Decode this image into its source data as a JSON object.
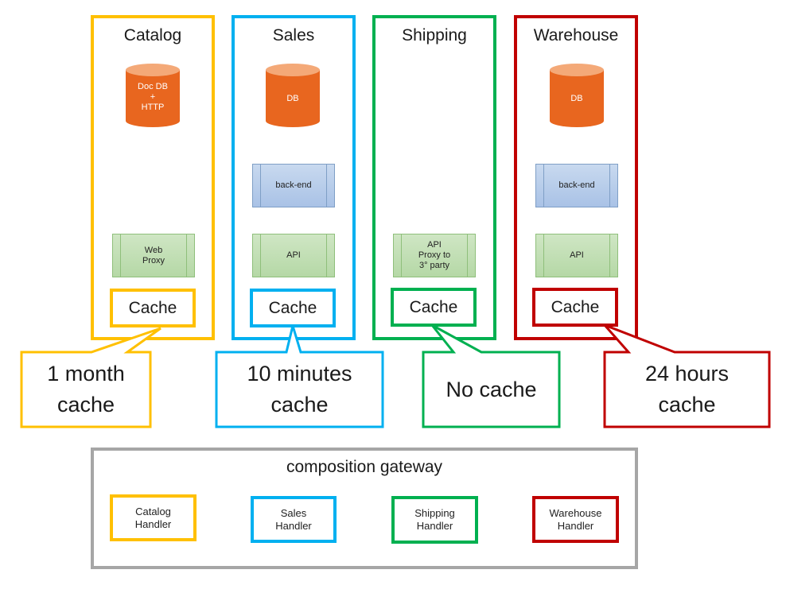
{
  "colors": {
    "catalog": "#ffc000",
    "sales": "#00b0f0",
    "shipping": "#00b050",
    "warehouse": "#c00000",
    "gateway": "#a6a6a6",
    "db": "#ed7d31",
    "backend": "#a9c2e6",
    "api": "#b5d8a6"
  },
  "columns": [
    {
      "title": "Catalog",
      "db": "Doc DB\n+\nHTTP",
      "backend": "",
      "api": "Web\nProxy",
      "cache": "Cache",
      "callout": "1 month\ncache"
    },
    {
      "title": "Sales",
      "db": "DB",
      "backend": "back-end",
      "api": "API",
      "cache": "Cache",
      "callout": "10 minutes\ncache"
    },
    {
      "title": "Shipping",
      "db": "",
      "backend": "",
      "api": "API\nProxy to\n3° party",
      "cache": "Cache",
      "callout": "No cache"
    },
    {
      "title": "Warehouse",
      "db": "DB",
      "backend": "back-end",
      "api": "API",
      "cache": "Cache",
      "callout": "24 hours\ncache"
    }
  ],
  "gateway": {
    "title": "composition gateway",
    "handlers": [
      "Catalog\nHandler",
      "Sales\nHandler",
      "Shipping\nHandler",
      "Warehouse\nHandler"
    ]
  }
}
